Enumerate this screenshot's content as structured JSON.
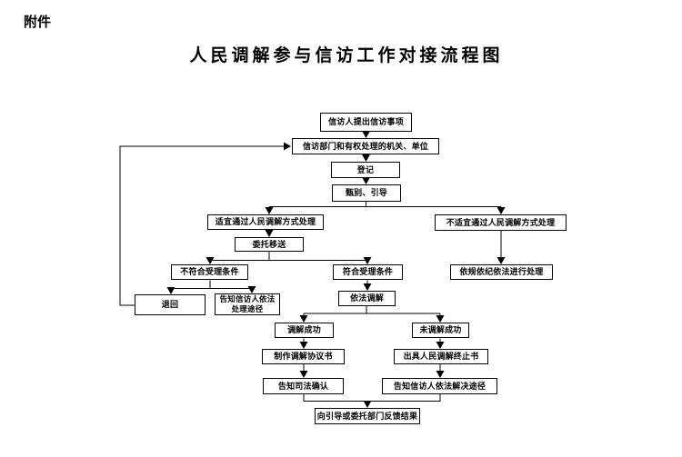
{
  "page": {
    "attachment_label": "附件",
    "title": "人民调解参与信访工作对接流程图"
  },
  "flowchart": {
    "nodes": [
      {
        "id": "petition-matter",
        "label": "信访人提出信访事项"
      },
      {
        "id": "petition-department",
        "label": "信访部门和有权处理的机关、单位"
      },
      {
        "id": "registration",
        "label": "登记"
      },
      {
        "id": "screening-guidance",
        "label": "甄别、引导"
      },
      {
        "id": "suitable-mediation",
        "label": "适宜通过人民调解方式处理"
      },
      {
        "id": "unsuitable-mediation",
        "label": "不适宜通过人民调解方式处理"
      },
      {
        "id": "entrust-transfer",
        "label": "委托移送"
      },
      {
        "id": "conditions-not-met",
        "label": "不符合受理条件"
      },
      {
        "id": "conditions-met",
        "label": "符合受理条件"
      },
      {
        "id": "handle-per-rules",
        "label": "依规依纪依法进行处理"
      },
      {
        "id": "return",
        "label": "退回"
      },
      {
        "id": "inform-legal-handling",
        "label": "告知信访人依法\n处理途径"
      },
      {
        "id": "mediate-by-law",
        "label": "依法调解"
      },
      {
        "id": "mediation-success",
        "label": "调解成功"
      },
      {
        "id": "mediation-failure",
        "label": "未调解成功"
      },
      {
        "id": "make-agreement",
        "label": "制作调解协议书"
      },
      {
        "id": "issue-termination",
        "label": "出具人民调解终止书"
      },
      {
        "id": "inform-judicial-confirmation",
        "label": "告知司法确认"
      },
      {
        "id": "inform-legal-resolution",
        "label": "告知信访人依法解决途径"
      },
      {
        "id": "feedback-result",
        "label": "向引导或委托部门反馈结果"
      }
    ],
    "line_color": "#000000"
  }
}
